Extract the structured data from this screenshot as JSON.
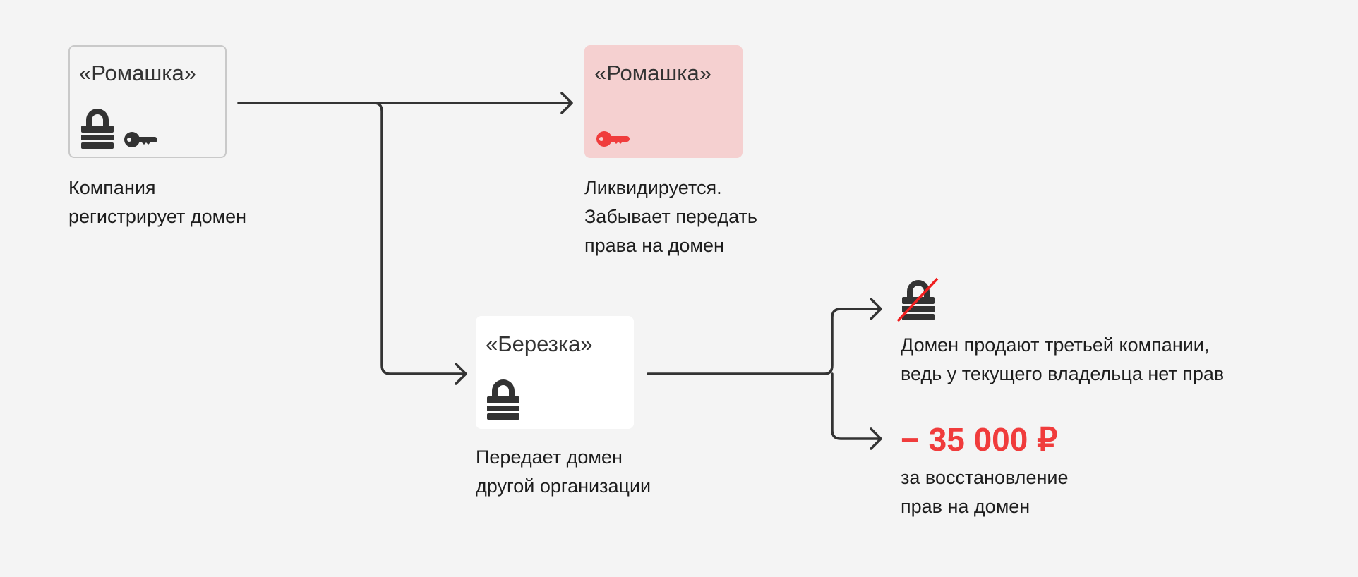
{
  "colors": {
    "background": "#f4f4f4",
    "accent_red": "#f03c3c",
    "liquidated_fill": "#f5d0d0",
    "line": "#333333"
  },
  "nodes": {
    "company_a": {
      "title": "«Ромашка»",
      "caption_lines": [
        "Компания",
        "регистрирует домен"
      ],
      "icons": [
        "lock-icon",
        "key-icon"
      ]
    },
    "company_a_liquidated": {
      "title": "«Ромашка»",
      "caption_lines": [
        "Ликвидируется.",
        "Забывает передать",
        "права на домен"
      ],
      "icons": [
        "key-icon"
      ]
    },
    "company_b": {
      "title": "«Березка»",
      "caption_lines": [
        "Передает домен",
        "другой организации"
      ],
      "icons": [
        "lock-icon"
      ]
    },
    "outcome_sold": {
      "caption_lines": [
        "Домен продают третьей компании,",
        "ведь у текущего владельца нет прав"
      ],
      "icons": [
        "crossed-lock-icon"
      ]
    },
    "outcome_cost": {
      "amount": "− 35 000 ₽",
      "caption_lines": [
        "за восстановление",
        "прав на домен"
      ]
    }
  }
}
